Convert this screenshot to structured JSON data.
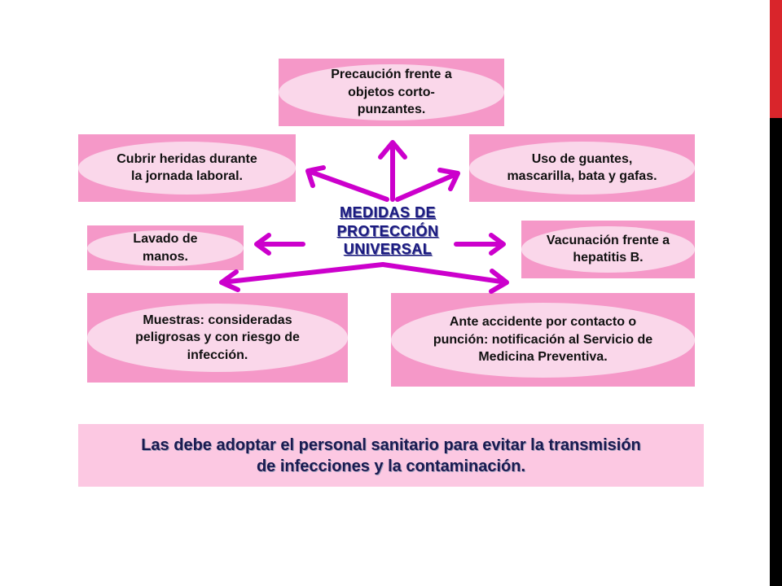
{
  "center_title": "MEDIDAS DE PROTECCIÓN UNIVERSAL",
  "boxes": {
    "top": "Precaución frente a objetos corto-punzantes.",
    "upper_left": "Cubrir heridas durante la jornada laboral.",
    "upper_right": "Uso de guantes, mascarilla, bata y gafas.",
    "middle_left": "Lavado de manos.",
    "middle_right": "Vacunación frente a hepatitis B.",
    "lower_left": "Muestras: consideradas peligrosas y con riesgo de infección.",
    "lower_right": "Ante accidente por contacto o punción: notificación al Servicio de Medicina Preventiva."
  },
  "footer": "Las debe adoptar el personal sanitario para evitar la transmisión de infecciones y la contaminación.",
  "colors": {
    "box_fill": "#f598c8",
    "ellipse_fill": "#fad7ea",
    "arrow": "#cc00cc",
    "footer_fill": "#fcc8e2",
    "title_text": "#1a1a80",
    "accent_red": "#d9252b"
  }
}
